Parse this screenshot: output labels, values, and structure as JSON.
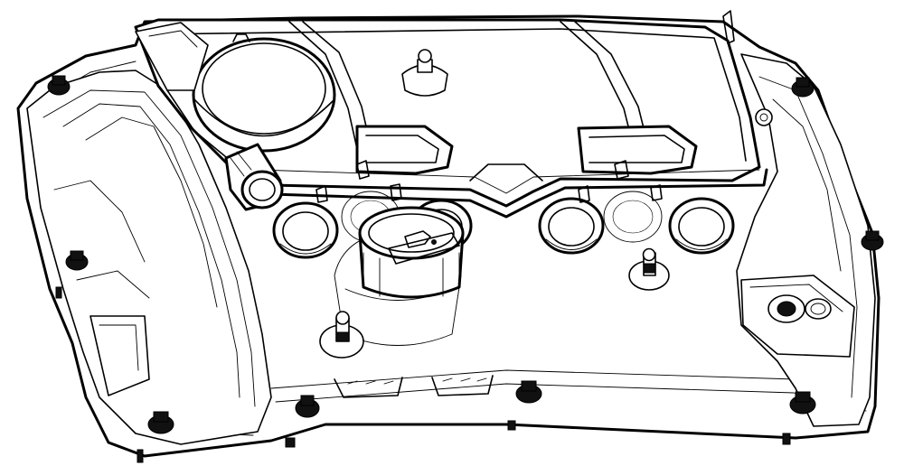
{
  "diagram": {
    "subject": "engine-valve-cover-line-drawing",
    "style": "black outline line art on white background",
    "colors": {
      "line": "#000000",
      "background": "#ffffff",
      "fastener": "#111111"
    },
    "components": {
      "bolts": 13,
      "oil_filler_cap": 1,
      "breather_cap": 1,
      "ignition_ports_open": 4,
      "ignition_ports_ghost": 2,
      "studs": 3
    }
  }
}
